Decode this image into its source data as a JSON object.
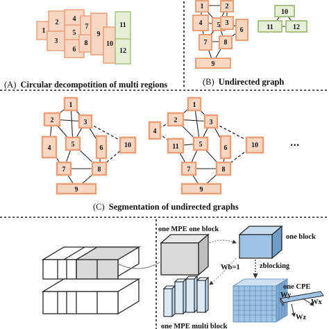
{
  "panel_a": {
    "caption_letter": "(A)",
    "caption_text": "Circular decompotition of multi regions",
    "regions": [
      "1",
      "2",
      "3",
      "4",
      "5",
      "6",
      "7",
      "8",
      "9",
      "10",
      "11",
      "12"
    ]
  },
  "panel_b": {
    "caption_letter": "(B)",
    "caption_text": "Undirected graph",
    "nodes": [
      "1",
      "2",
      "3",
      "4",
      "5",
      "6",
      "7",
      "8",
      "9",
      "10",
      "11",
      "12"
    ]
  },
  "panel_c": {
    "caption_letter": "(C)",
    "caption_text": "Segmentation of  undirected graphs",
    "left_nodes": [
      "1",
      "2",
      "3",
      "4",
      "5",
      "6",
      "7",
      "8",
      "9",
      "10"
    ],
    "right_nodes": [
      "1",
      "2",
      "3",
      "4",
      "11",
      "5",
      "6",
      "7",
      "8",
      "9",
      "10"
    ],
    "ellipsis": "..."
  },
  "panel_d": {
    "label_mpe_one_block": "one MPE one block",
    "label_one_block": "one block",
    "label_wb": "Wb=1",
    "label_zblocking": "zblocking",
    "label_one_cpe": "one CPE",
    "label_wy": "Wy",
    "label_wx": "Wx",
    "label_wz": "Wz",
    "label_mpe_multi_block": "one MPE multi block"
  },
  "colors": {
    "orange_fill": "#f8d7c2",
    "orange_stroke": "#e8a07a",
    "green_fill": "#e6efd6",
    "green_stroke": "#a9c184",
    "blue": "#9fc3e3",
    "gray": "#d9d9d9"
  }
}
